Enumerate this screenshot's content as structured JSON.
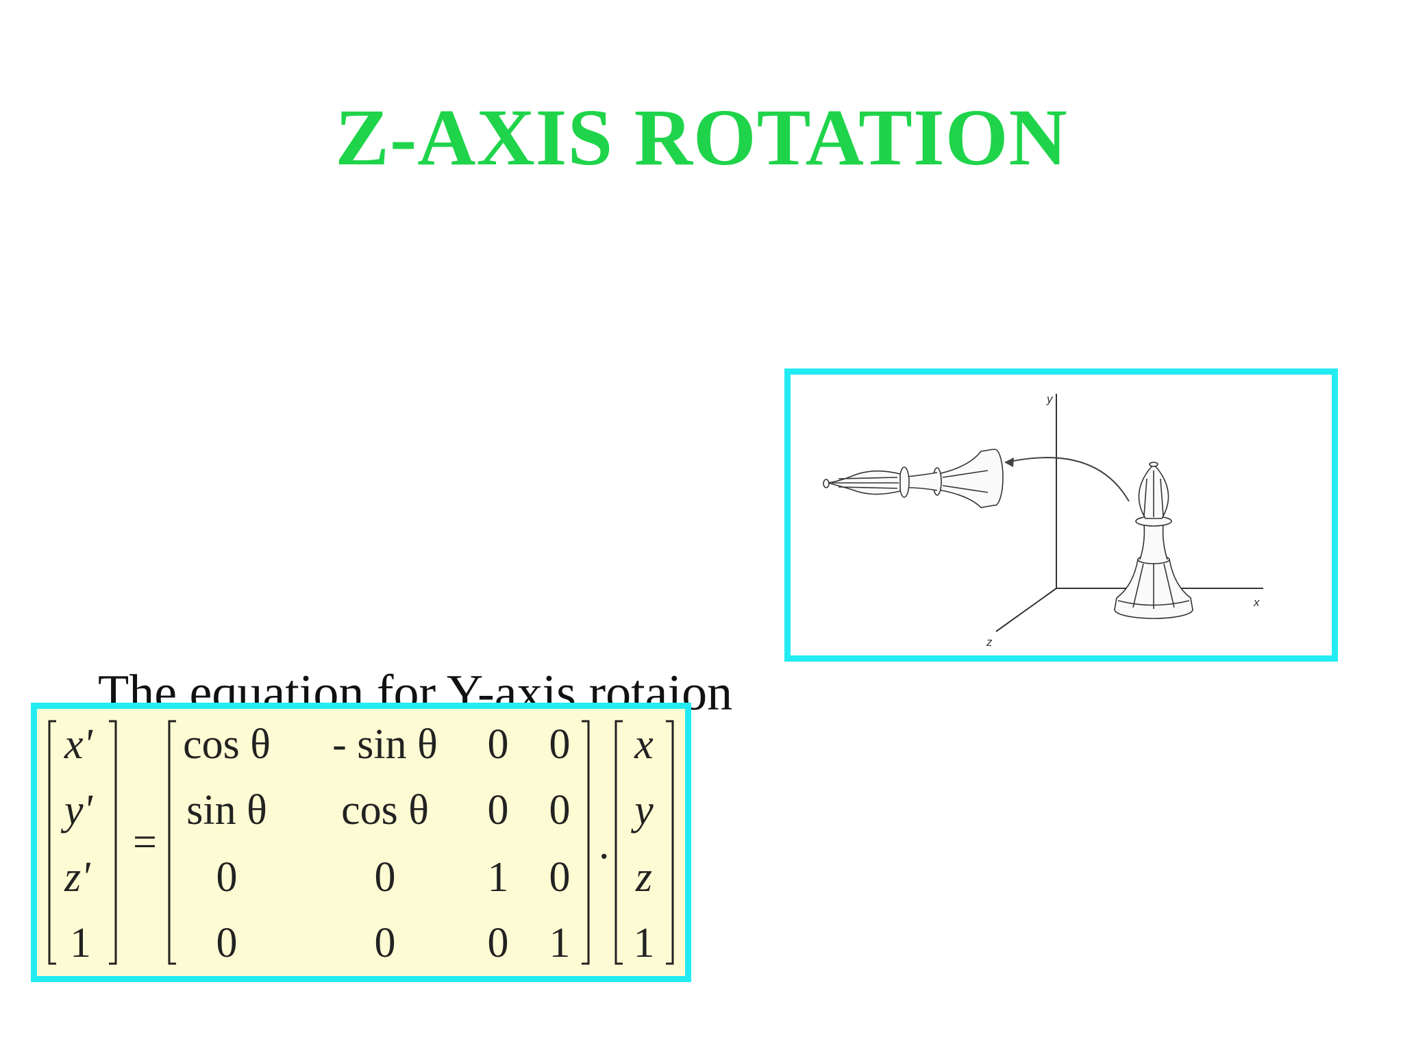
{
  "slide": {
    "title": "Z-AXIS ROTATION",
    "caption": "The equation for Y-axis rotaion"
  },
  "figure": {
    "axis_labels": {
      "x": "x",
      "y": "y",
      "z": "z"
    }
  },
  "equation": {
    "lhs_vector": [
      "x'",
      "y'",
      "z'",
      "1"
    ],
    "equals": "=",
    "matrix": [
      [
        "cos θ",
        "- sin θ",
        "0",
        "0"
      ],
      [
        "sin θ",
        "cos θ",
        "0",
        "0"
      ],
      [
        "0",
        "0",
        "1",
        "0"
      ],
      [
        "0",
        "0",
        "0",
        "1"
      ]
    ],
    "dot": ".",
    "rhs_vector": [
      "x",
      "y",
      "z",
      "1"
    ]
  },
  "colors": {
    "title": "#1fd44a",
    "box_border": "#22ecf2",
    "equation_background": "#fdfbd3"
  }
}
